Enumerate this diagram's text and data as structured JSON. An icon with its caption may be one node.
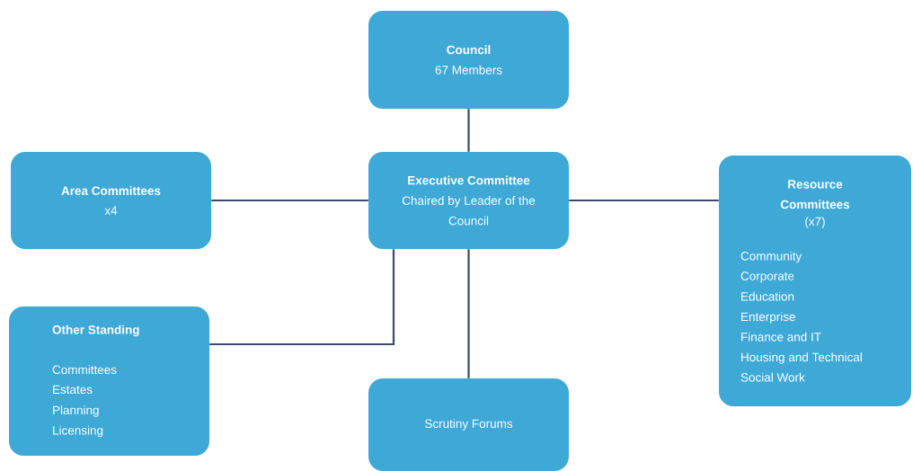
{
  "diagram": {
    "nodes": [
      {
        "text": [
          "Council",
          "67 Members"
        ]
      },
      {
        "text": [
          "Area Committees",
          "x4"
        ]
      },
      {
        "text": [
          "Executive Committee",
          "Chaired by Leader of the Council"
        ]
      },
      {
        "text": [
          "Resource Committees",
          "(x7)",
          "Community",
          "Corporate",
          "Education",
          "Enterprise",
          "Finance and IT",
          "Housing and Technical",
          "Social Work"
        ]
      },
      {
        "text": [
          "Other Standing",
          "Committees",
          "Estates",
          "Planning",
          "Licensing"
        ]
      },
      {
        "text": [
          "Scrutiny Forums"
        ]
      }
    ],
    "edges": [
      {
        "from": 0,
        "to": 2,
        "arrow": "none"
      },
      {
        "from": 1,
        "to": 2,
        "arrow": "none"
      },
      {
        "from": 2,
        "to": 3,
        "arrow": "none"
      },
      {
        "from": 2,
        "to": 4,
        "arrow": "none"
      },
      {
        "from": 2,
        "to": 5,
        "arrow": "none"
      }
    ]
  }
}
